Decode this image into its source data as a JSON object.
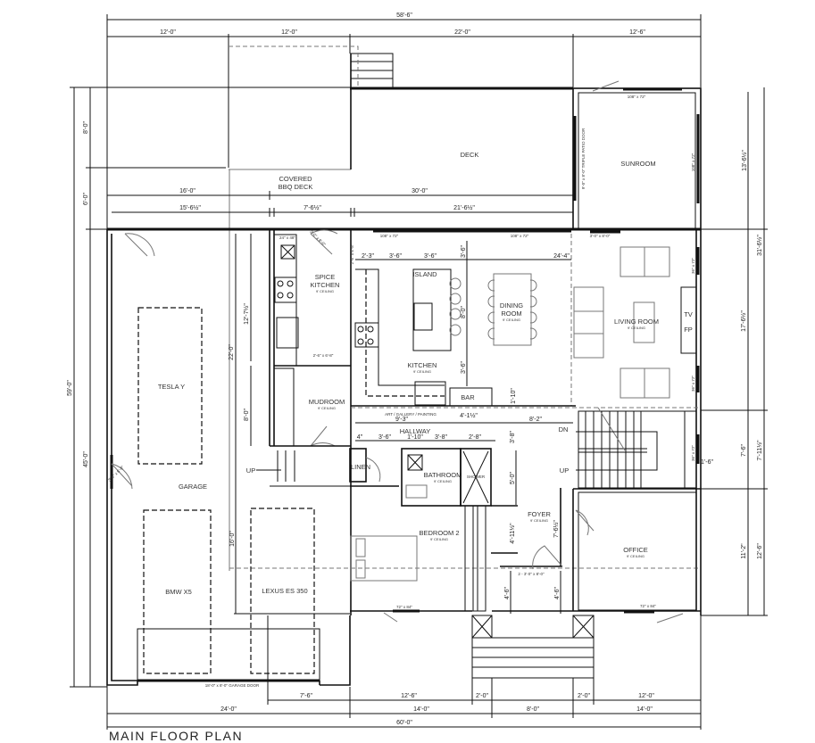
{
  "title": "MAIN FLOOR PLAN",
  "rooms": {
    "deck": "DECK",
    "sunroom": "SUNROOM",
    "covered_bbq_1": "COVERED",
    "covered_bbq_2": "BBQ DECK",
    "spice_kitchen_1": "SPICE",
    "spice_kitchen_2": "KITCHEN",
    "island": "ISLAND",
    "dining_1": "DINING",
    "dining_2": "ROOM",
    "kitchen": "KITCHEN",
    "living_room": "LIVING ROOM",
    "tv": "TV",
    "fp": "FP",
    "mudroom": "MUDROOM",
    "bar": "BAR",
    "hallway": "HALLWAY",
    "art_gallery": "ART / GALLERY / PAINTING",
    "linen": "LINEN",
    "bathroom": "BATHROOM",
    "shower": "SHOWER",
    "bedroom2": "BEDROOM 2",
    "foyer": "FOYER",
    "office": "OFFICE",
    "garage": "GARAGE",
    "tesla": "TESLA Y",
    "bmw": "BMW X5",
    "lexus": "LEXUS ES 350",
    "ceiling": "9' CEILING",
    "dn": "DN",
    "up": "UP"
  },
  "notes": {
    "sunroom_window_top": "108\" x 72\"",
    "sunroom_window_side": "108\" x 72\"",
    "patio_door": "9'-0\" x 8'-0\" TRIPLE PATIO DOOR",
    "kitchen_window_1": "108\" x 72\"",
    "kitchen_window_2": "108\" x 72\"",
    "spice_window": "24\" x 48\"",
    "living_door": "3'-0\" x 8'-0\"",
    "living_win_1": "36\" x 72\"",
    "living_win_2": "36\" x 72\"",
    "stair_win": "36\" x 72\"",
    "pocket_door": "2'-6\" x 6'-8\"",
    "bedroom_window": "72\" x 84\"",
    "office_window": "72\" x 84\"",
    "front_door": "2 - 3'-0\" x 8'-0\"",
    "garage_door": "18'-0\" x 8'-0\" GARAGE DOOR",
    "garage_entry_door": "3'-0\" x 6'-8\"",
    "door_36": "3'-0\" x 8'-0\""
  },
  "dimensions": {
    "overall_top": "58'-6\"",
    "top_1": "12'-0\"",
    "top_2": "12'-0\"",
    "top_3": "22'-0\"",
    "top_4": "12'-6\"",
    "deck_16": "16'-0\"",
    "deck_30": "30'-0\"",
    "d_15": "15'-6½\"",
    "d_7": "7'-6½\"",
    "d_21": "21'-6½\"",
    "left_8": "8'-0\"",
    "left_6": "6'-0\"",
    "left_59": "59'-0\"",
    "left_45": "45'-0\"",
    "garage_22": "22'-0\"",
    "spice_12": "12'-7½\"",
    "mud_8": "8'-0\"",
    "garage_16": "16'-0\"",
    "k_1": "2'-3\"",
    "k_2": "3'-6\"",
    "k_3": "3'-6\"",
    "k_4": "3'-6\"",
    "k_5": "8'-0\"",
    "k_6": "3'-6\"",
    "living_24": "24'-4\"",
    "bar_1": "1'-10\"",
    "hall_9": "9'-3\"",
    "hall_4": "4'-1½\"",
    "hall_8": "8'-2\"",
    "hall_3": "3'-8\"",
    "h_1": "4\"",
    "h_2": "3'-6\"",
    "h_3": "1'-10\"",
    "h_4": "3'-8\"",
    "h_5": "2'-8\"",
    "bath_5": "5'-0\"",
    "closet_4": "4'-11½\"",
    "foyer_7": "7'-6½\"",
    "porch_1": "4'-6\"",
    "porch_2": "4'-6\"",
    "r_13": "13'-6½\"",
    "r_31": "31'-6½\"",
    "r_17": "17'-6½\"",
    "r_7a": "7'-6\"",
    "r_7b": "7'-11½\"",
    "r_1": "1'-6\"",
    "r_11": "11'-2\"",
    "r_12": "12'-6\"",
    "b_7": "7'-6\"",
    "b_12": "12'-6\"",
    "b_2a": "2'-0\"",
    "b_2b": "2'-0\"",
    "b_12b": "12'-0\"",
    "b_24": "24'-0\"",
    "b_14a": "14'-0\"",
    "b_8": "8'-0\"",
    "b_14b": "14'-0\"",
    "overall_bottom": "60'-0\""
  }
}
